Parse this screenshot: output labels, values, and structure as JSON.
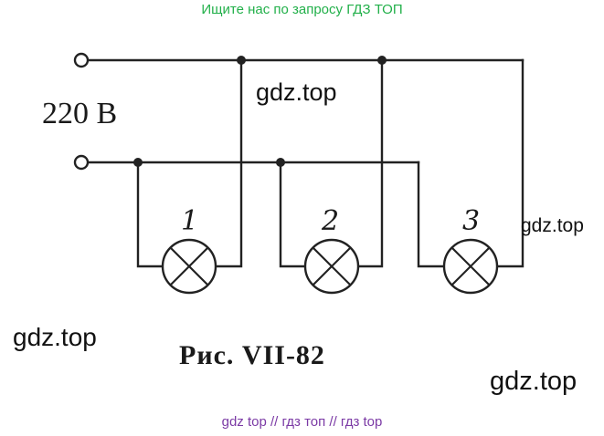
{
  "banner": "Ищите нас по запросу ГДЗ ТОП",
  "watermarks": [
    "gdz.top",
    "gdz.top",
    "gdz.top",
    "gdz.top"
  ],
  "footer": "gdz top  //  гдз топ  //  гдз top",
  "diagram": {
    "voltage_label": "220 В",
    "caption": "Рис.  VII-82",
    "lamps": [
      {
        "number": "1"
      },
      {
        "number": "2"
      },
      {
        "number": "3"
      }
    ]
  }
}
